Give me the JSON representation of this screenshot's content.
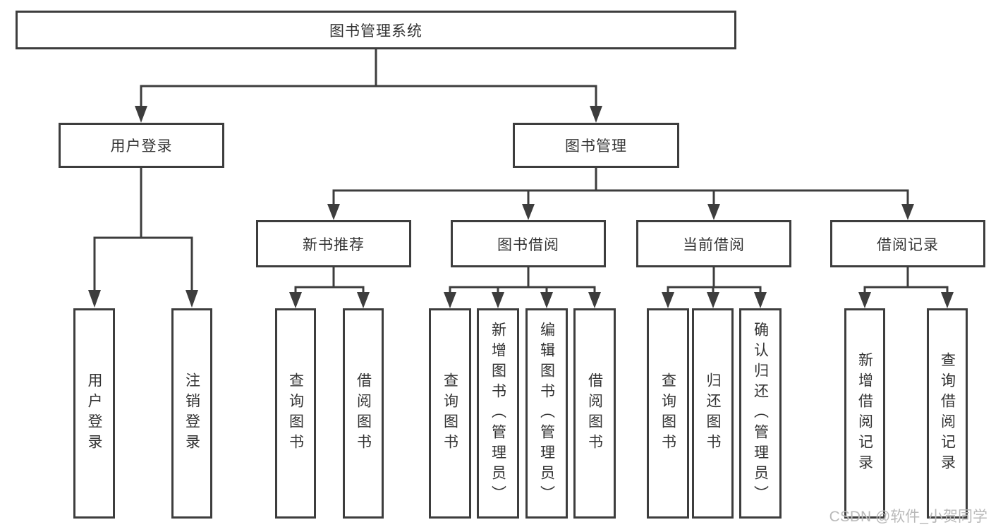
{
  "tree": {
    "label": "图书管理系统",
    "children": [
      {
        "label": "用户登录",
        "children": [
          {
            "label": "用户登录"
          },
          {
            "label": "注销登录"
          }
        ]
      },
      {
        "label": "图书管理",
        "children": [
          {
            "label": "新书推荐",
            "children": [
              {
                "label": "查询图书"
              },
              {
                "label": "借阅图书"
              }
            ]
          },
          {
            "label": "图书借阅",
            "children": [
              {
                "label": "查询图书"
              },
              {
                "label": "新增图书（管理员）"
              },
              {
                "label": "编辑图书（管理员）"
              },
              {
                "label": "借阅图书"
              }
            ]
          },
          {
            "label": "当前借阅",
            "children": [
              {
                "label": "查询图书"
              },
              {
                "label": "归还图书"
              },
              {
                "label": "确认归还（管理员）"
              }
            ]
          },
          {
            "label": "借阅记录",
            "children": [
              {
                "label": "新增借阅记录"
              },
              {
                "label": "查询借阅记录"
              }
            ]
          }
        ]
      }
    ]
  },
  "watermark": {
    "text": "CSDN @软件_小贺同学"
  },
  "colors": {
    "line": "#3d3d3d",
    "text": "#333333",
    "watermark": "#b9b9b9",
    "background": "#ffffff"
  }
}
